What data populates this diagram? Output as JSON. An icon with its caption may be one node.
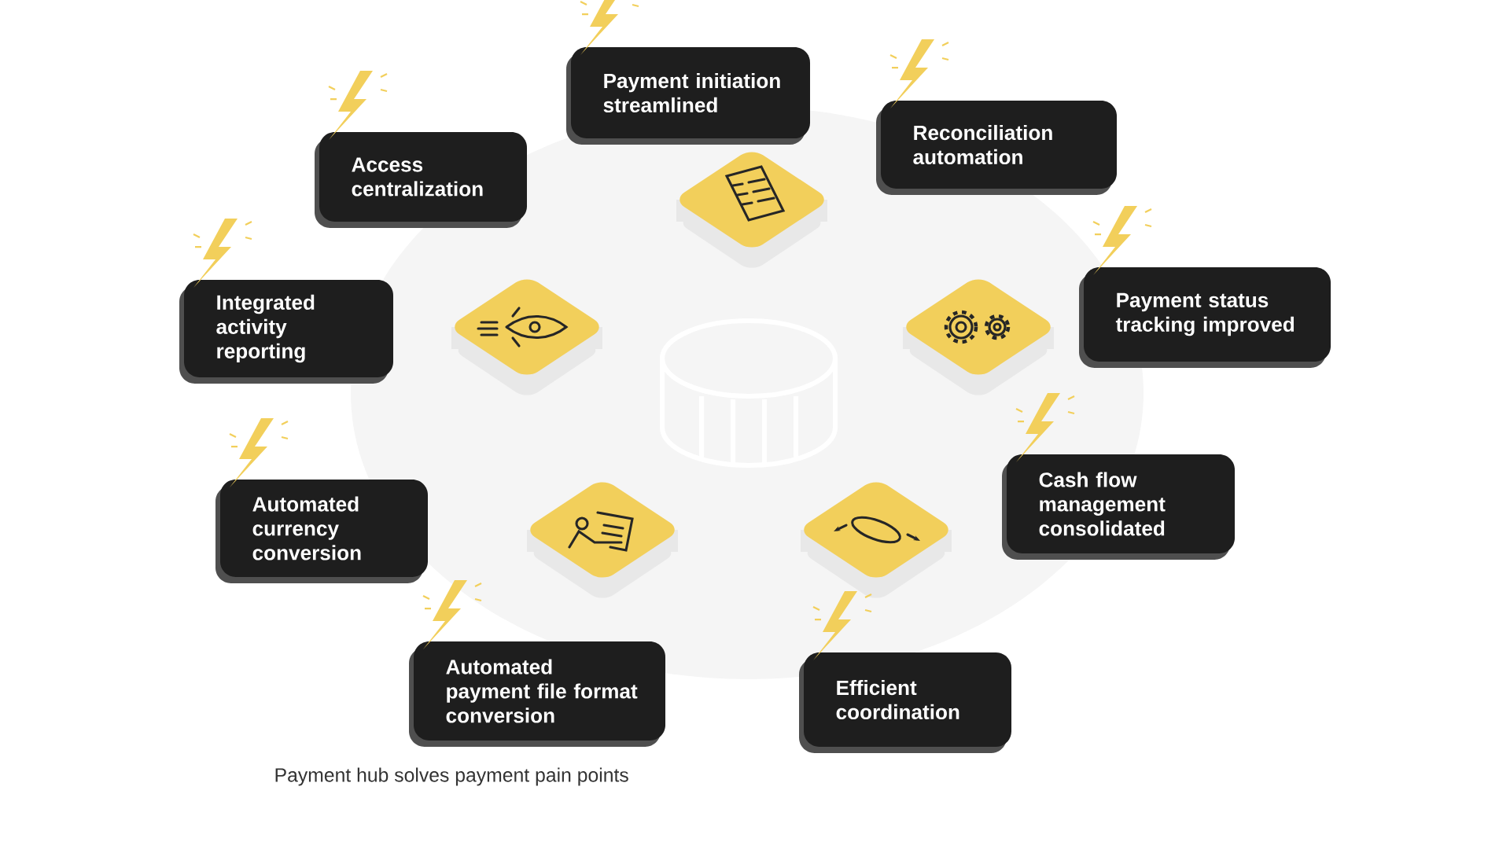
{
  "diagram": {
    "caption": "Payment hub solves  payment pain points",
    "nodes": [
      {
        "text": [
          "Payment initiation streamlined"
        ]
      },
      {
        "text": [
          "Reconciliation automation"
        ]
      },
      {
        "text": [
          "Access centralization"
        ]
      },
      {
        "text": [
          "Payment status tracking improved"
        ]
      },
      {
        "text": [
          "Integrated activity reporting"
        ]
      },
      {
        "text": [
          "Cash flow management consolidated"
        ]
      },
      {
        "text": [
          "Automated currency conversion"
        ]
      },
      {
        "text": [
          "Automated payment file format conversion"
        ]
      },
      {
        "text": [
          "Efficient coordination"
        ]
      }
    ]
  }
}
